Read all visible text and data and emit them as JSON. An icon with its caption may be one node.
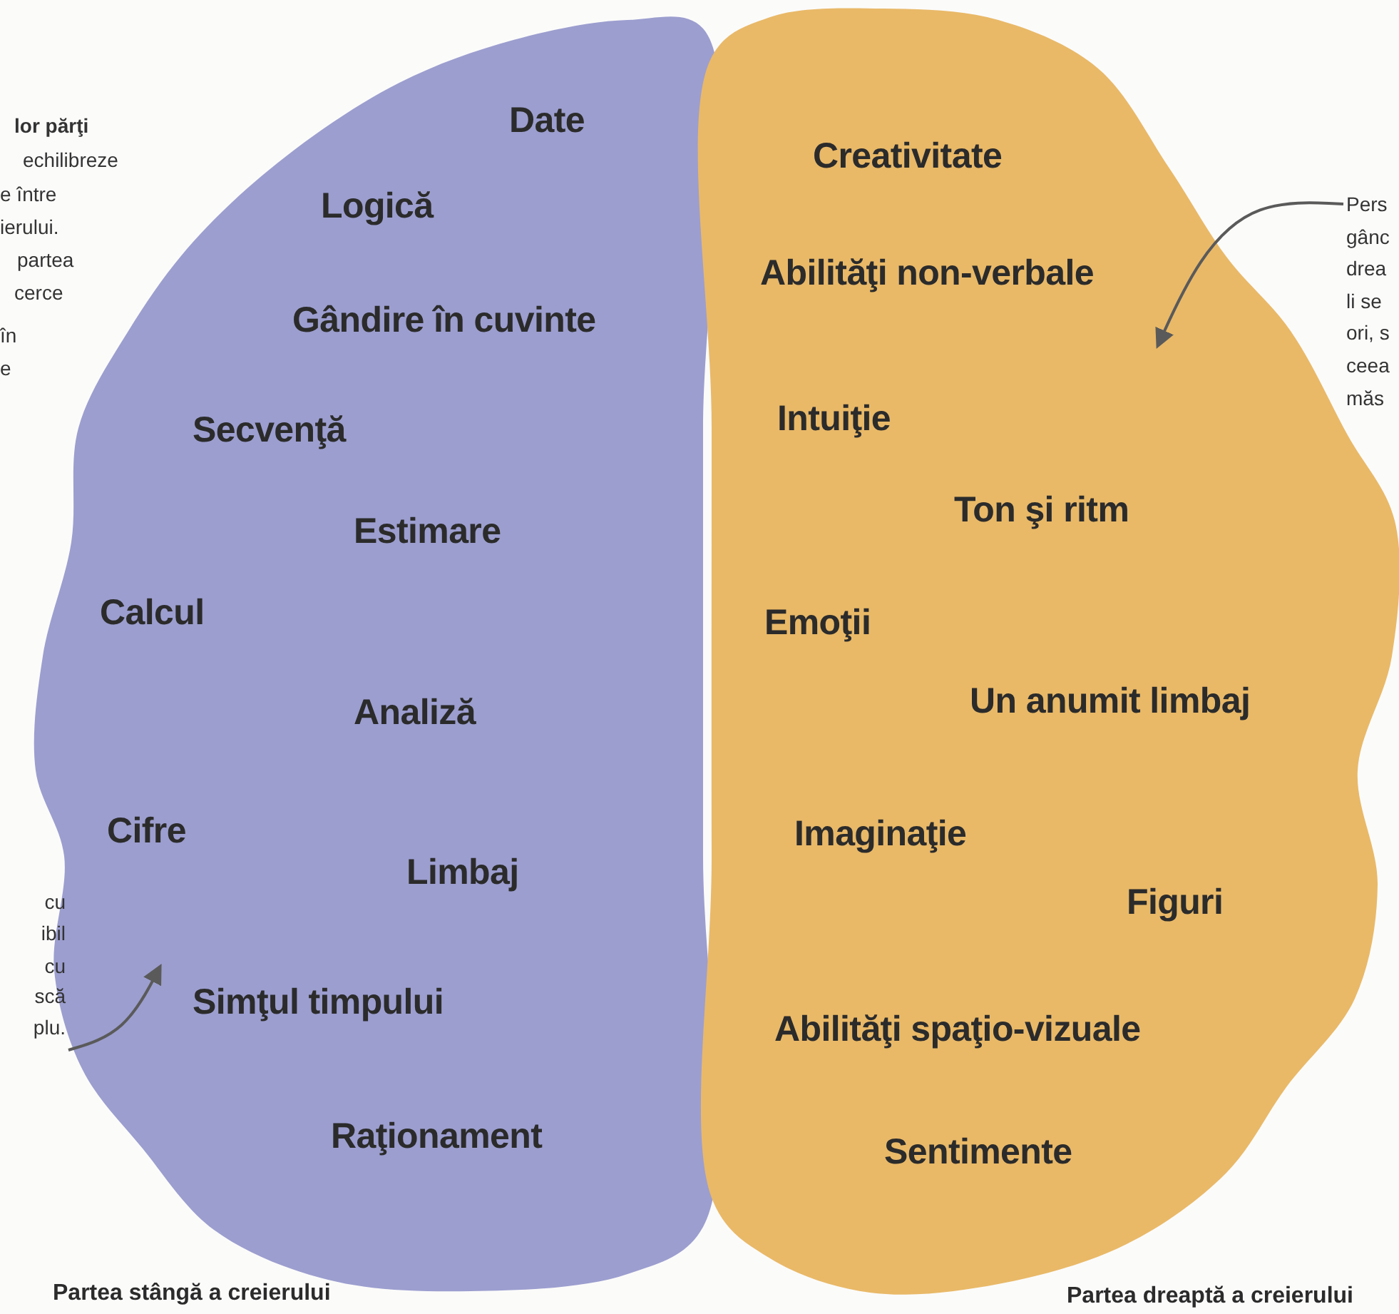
{
  "diagram": {
    "nodes": [
      {
        "text": [
          "Date",
          "Logică",
          "Gândire în cuvinte",
          "Secvenţă",
          "Estimare",
          "Calcul",
          "Analiză",
          "Cifre",
          "Limbaj",
          "Simţul timpului",
          "Raţionament"
        ],
        "beside": [
          "Partea stângă a creierului"
        ]
      },
      {
        "text": [
          "Creativitate",
          "Abilităţi non-verbale",
          "Intuiţie",
          "Ton şi ritm",
          "Emoţii",
          "Un anumit limbaj",
          "Imaginaţie",
          "Figuri",
          "Abilităţi spaţio-vizuale",
          "Sentimente"
        ],
        "beside": [
          "Partea dreaptă a creierului"
        ]
      },
      {
        "text": [
          "cu",
          "ibil",
          "cu",
          "scă",
          "plu."
        ]
      },
      {
        "text": [
          "Pers",
          "gânc",
          "drea",
          "li se",
          "ori, s",
          "ceea",
          "măs"
        ]
      }
    ],
    "edges": [
      {
        "from": 2,
        "to": 0,
        "arrow": "to"
      },
      {
        "from": 3,
        "to": 1,
        "arrow": "to"
      }
    ],
    "labels": [
      "lor părţi",
      "echilibreze",
      "e între",
      "ierului.",
      "partea",
      "cerce",
      "în",
      "e"
    ]
  }
}
